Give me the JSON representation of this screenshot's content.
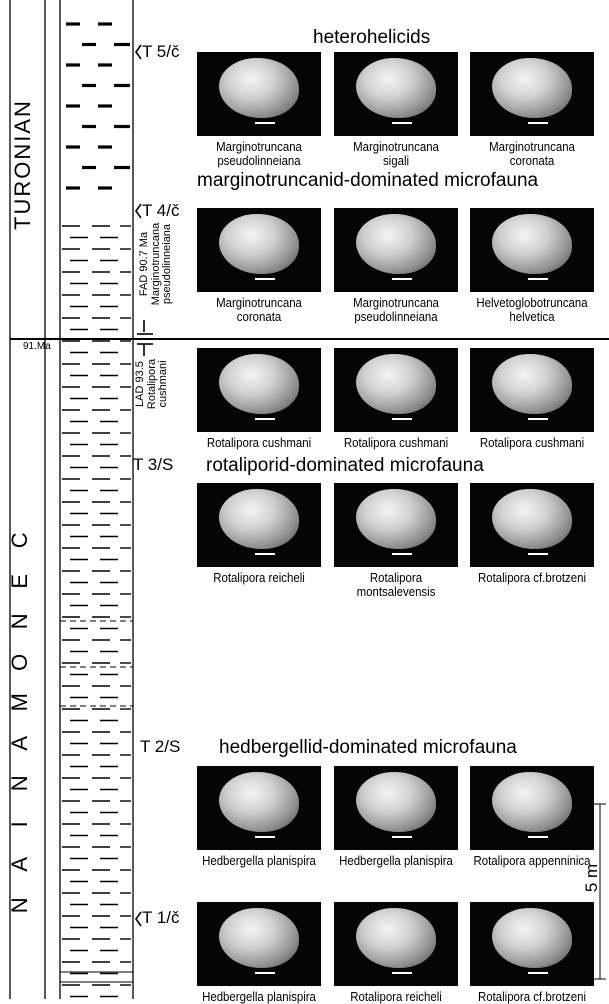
{
  "stages": {
    "upper": "TURONIAN",
    "lower": [
      "C",
      "E",
      "N",
      "O",
      "M",
      "A",
      "N",
      "I",
      "A",
      "N"
    ]
  },
  "boundary_age": "91.Ma",
  "markers": [
    {
      "id": "t5",
      "label": "T 5/č"
    },
    {
      "id": "t4",
      "label": "T 4/č"
    },
    {
      "id": "t3",
      "label": "T 3/S"
    },
    {
      "id": "t2",
      "label": "T 2/S"
    },
    {
      "id": "t1",
      "label": "T 1/č"
    }
  ],
  "section_titles": {
    "heterohelicids": "heterohelicids",
    "marginotruncanid": "marginotruncanid-dominated microfauna",
    "rotaliporid": "rotaliporid-dominated microfauna",
    "hedbergellid": "hedbergellid-dominated microfauna"
  },
  "events": {
    "fad": "FAD 90.7 Ma\nMarginotruncana\npseudolinneiana",
    "lad": "LAD 93.5\nRotalipora\ncushmani"
  },
  "scale": {
    "label": "5 m"
  },
  "fossil_rows": [
    [
      "Marginotruncana\npseudolinneiana",
      "Marginotruncana\nsigali",
      "Marginotruncana\ncoronata"
    ],
    [
      "Marginotruncana\ncoronata",
      "Marginotruncana\npseudolinneiana",
      "Helvetoglobotruncana\nhelvetica"
    ],
    [
      "Rotalipora cushmani",
      "Rotalipora cushmani",
      "Rotalipora cushmani"
    ],
    [
      "Rotalipora reicheli",
      "Rotalipora\nmontsalevensis",
      "Rotalipora cf.brotzeni"
    ],
    [
      "Hedbergella planispira",
      "Hedbergella planispira",
      "Rotalipora appenninica"
    ],
    [
      "Hedbergella planispira",
      "Rotalipora reicheli",
      "Rotalipora cf.brotzeni"
    ]
  ]
}
